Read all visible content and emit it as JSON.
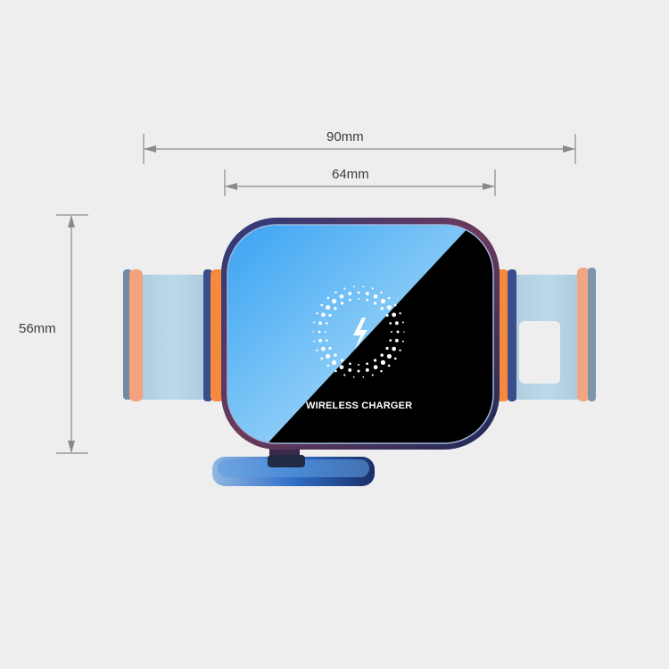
{
  "dimensions": {
    "outer_width": {
      "label": "90mm",
      "value_mm": 90
    },
    "inner_width": {
      "label": "64mm",
      "value_mm": 64
    },
    "height": {
      "label": "56mm",
      "value_mm": 56
    }
  },
  "product": {
    "face_text": "WIRELESS CHARGER",
    "icon": "lightning-bolt-icon"
  },
  "colors": {
    "background": "#eeeeee",
    "dimension_line": "#8a8a8a",
    "label": "#3d3d3d",
    "accent_orange": "#f0883e",
    "face_blue": "#5ab4f5",
    "face_black": "#000000",
    "arm_blue": "#b6d3e6"
  }
}
